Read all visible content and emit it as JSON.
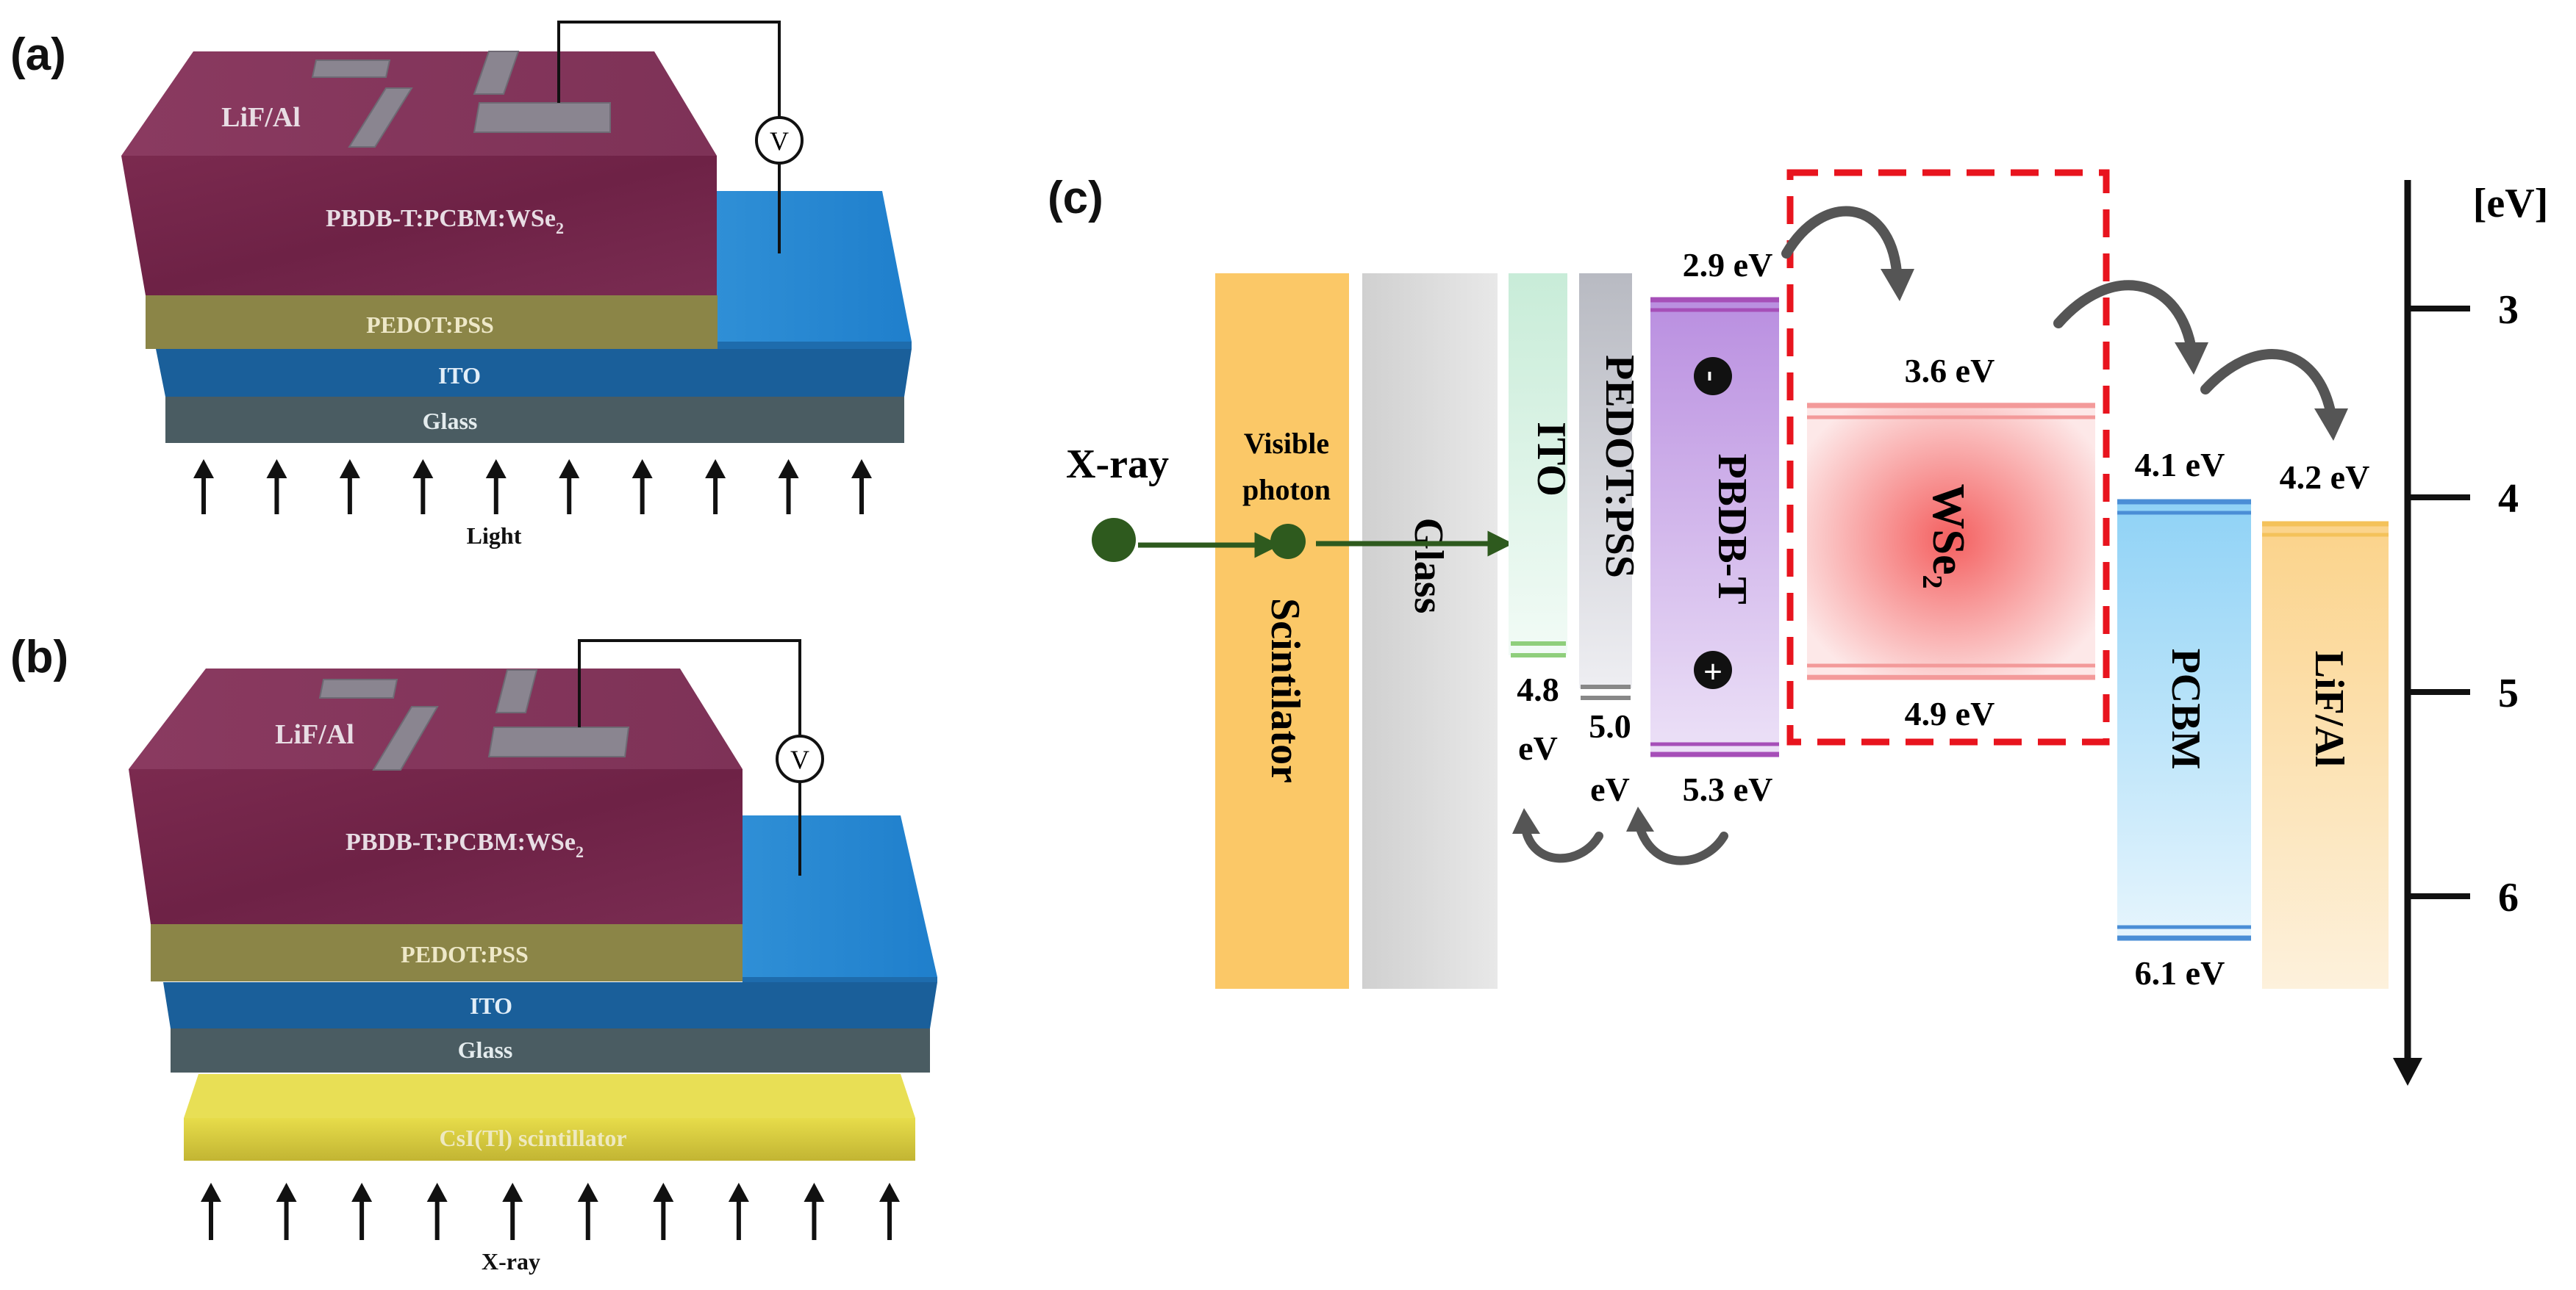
{
  "panel_labels": [
    "(a)",
    "(b)",
    "(c)"
  ],
  "device_a": {
    "layers": {
      "electrode": "LiF/Al",
      "active": "PBDB-T:PCBM:WSe",
      "active_sub": "2",
      "hole_transport": "PEDOT:PSS",
      "anode": "ITO",
      "substrate": "Glass"
    },
    "meter": "V",
    "source": "Light",
    "arrow_count": 10
  },
  "device_b": {
    "layers": {
      "electrode": "LiF/Al",
      "active": "PBDB-T:PCBM:WSe",
      "active_sub": "2",
      "hole_transport": "PEDOT:PSS",
      "anode": "ITO",
      "substrate": "Glass",
      "scintillator": "CsI(Tl) scintillator"
    },
    "meter": "V",
    "source": "X-ray",
    "arrow_count": 10
  },
  "band_diagram": {
    "axis_unit": "[eV]",
    "axis_ticks": [
      "3",
      "4",
      "5",
      "6"
    ],
    "axis_range": [
      2.3,
      6.9
    ],
    "input": {
      "label": "X-ray",
      "photon_label_1": "Visible",
      "photon_label_2": "photon"
    },
    "layers": [
      {
        "name": "Scintilator",
        "color": "#fbc867"
      },
      {
        "name": "Glass",
        "color": "#d6d6d6"
      },
      {
        "name": "ITO",
        "color": "#c8ecd8",
        "level": 4.8,
        "level_label_1": "4.8",
        "level_label_2": "eV"
      },
      {
        "name": "PEDOT:PSS",
        "color": "#c7c9cf",
        "level": 5.0,
        "level_label_1": "5.0",
        "level_label_2": "eV"
      },
      {
        "name": "PBDB-T",
        "color": "#c9a7e6",
        "lumo": 2.9,
        "homo": 5.3,
        "lumo_label": "2.9 eV",
        "homo_label": "5.3 eV",
        "minus": "-",
        "plus": "+"
      },
      {
        "name": "WSe",
        "name_sub": "2",
        "color": "#f46b6b",
        "lumo": 3.6,
        "homo": 4.9,
        "lumo_label": "3.6 eV",
        "homo_label": "4.9 eV"
      },
      {
        "name": "PCBM",
        "color": "#9fd8f8",
        "lumo": 4.1,
        "homo": 6.1,
        "lumo_label": "4.1 eV",
        "homo_label": "6.1 eV"
      },
      {
        "name": "LiF/Al",
        "color": "#fbd990",
        "level": 4.2,
        "level_label": "4.2 eV"
      }
    ]
  }
}
